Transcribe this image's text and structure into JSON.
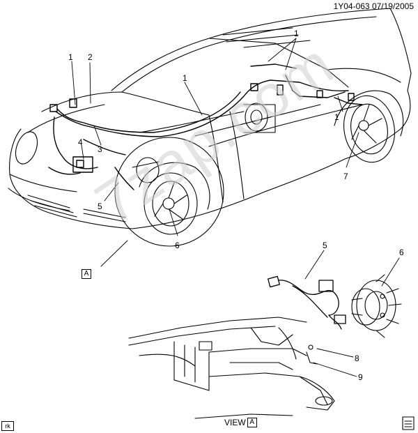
{
  "header": {
    "code": "1Y04-063  07/19/2005"
  },
  "watermark": "7zap.com",
  "callouts": [
    {
      "id": "c1a",
      "text": "1"
    },
    {
      "id": "c2",
      "text": "2"
    },
    {
      "id": "c1b",
      "text": "1"
    },
    {
      "id": "c1c",
      "text": "1"
    },
    {
      "id": "c1d",
      "text": "1"
    },
    {
      "id": "c3",
      "text": "3"
    },
    {
      "id": "c4",
      "text": "4"
    },
    {
      "id": "c5a",
      "text": "5"
    },
    {
      "id": "c6a",
      "text": "6"
    },
    {
      "id": "c7",
      "text": "7"
    },
    {
      "id": "c5b",
      "text": "5"
    },
    {
      "id": "c6b",
      "text": "6"
    },
    {
      "id": "c8",
      "text": "8"
    },
    {
      "id": "c9",
      "text": "9"
    }
  ],
  "view_marker": "A",
  "view_label": {
    "prefix": "VIEW",
    "letter": "A"
  },
  "corner_tag": "rk"
}
